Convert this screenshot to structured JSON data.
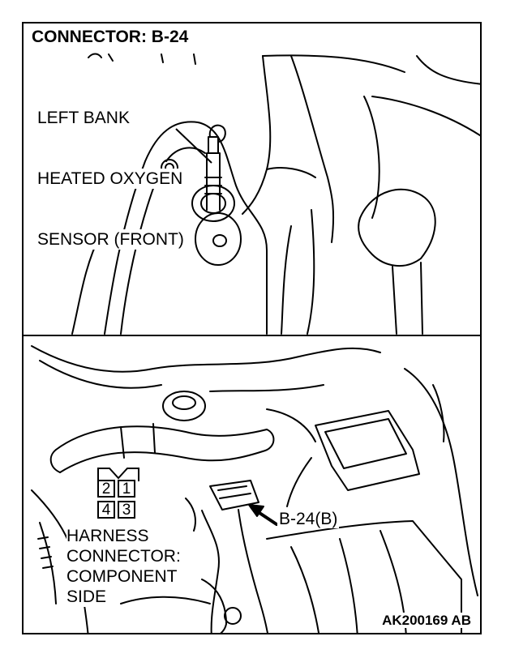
{
  "diagram": {
    "title": "CONNECTOR: B-24",
    "sensor_label": [
      "LEFT BANK",
      "HEATED OXYGEN",
      "SENSOR (FRONT)"
    ],
    "connector_callout": "B-24(B)",
    "harness_label": [
      "HARNESS",
      "CONNECTOR:",
      "COMPONENT",
      "SIDE"
    ],
    "connector_pins": {
      "top_row": [
        "2",
        "1"
      ],
      "bottom_row": [
        "4",
        "3"
      ]
    },
    "figure_id": "AK200169 AB"
  },
  "colors": {
    "line": "#000000",
    "background": "#ffffff"
  }
}
